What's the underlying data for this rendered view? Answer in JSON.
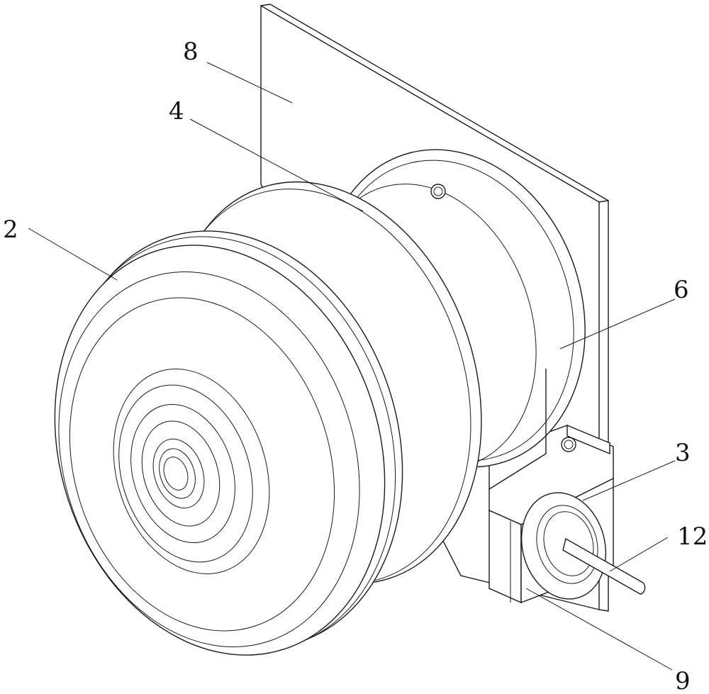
{
  "labels": {
    "plate": "8",
    "housing_inner": "4",
    "wheel": "2",
    "flange": "6",
    "cap": "3",
    "shaft": "12",
    "gearbox": "9"
  }
}
